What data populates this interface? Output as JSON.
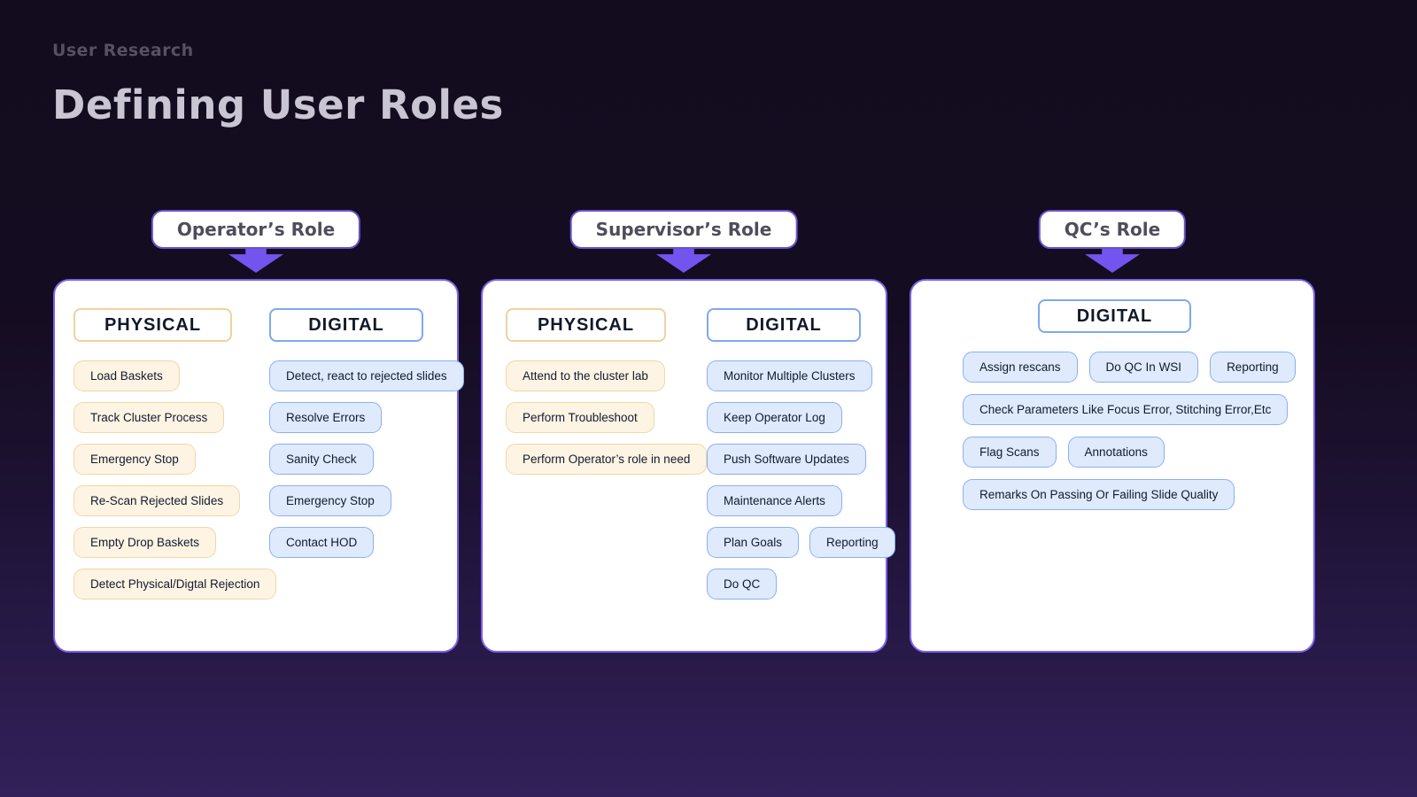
{
  "page": {
    "eyebrow": "User Research",
    "title": "Defining User Roles"
  },
  "colors": {
    "background_top": "#130b1e",
    "background_bottom": "#32205a",
    "accent_purple_arrow": "#7454ee",
    "card_border_purple": "#7b60ef",
    "physical_border": "#f0d8a6",
    "physical_fill": "#fdf4e3",
    "digital_border": "#8ab0f2",
    "digital_fill": "#dfeafd"
  },
  "roles": [
    {
      "title": "Operator’s Role",
      "columns": [
        {
          "header": "PHYSICAL",
          "chips": [
            "Load Baskets",
            "Track Cluster Process",
            "Emergency Stop",
            "Re-Scan Rejected Slides",
            "Empty Drop Baskets",
            "Detect Physical/Digtal Rejection"
          ]
        },
        {
          "header": "DIGITAL",
          "chips": [
            "Detect, react to rejected slides",
            "Resolve Errors",
            "Sanity Check",
            "Emergency Stop",
            "Contact HOD"
          ]
        }
      ]
    },
    {
      "title": "Supervisor’s Role",
      "columns": [
        {
          "header": "PHYSICAL",
          "chips": [
            "Attend to the cluster lab",
            "Perform Troubleshoot",
            "Perform Operator’s role in need"
          ]
        },
        {
          "header": "DIGITAL",
          "chips": [
            "Monitor Multiple Clusters",
            "Keep Operator Log",
            "Push Software Updates",
            "Maintenance Alerts",
            "Plan Goals",
            "Reporting",
            "Do QC"
          ]
        }
      ]
    },
    {
      "title": "QC’s Role",
      "columns": [
        {
          "header": "DIGITAL",
          "chips": [
            "Assign rescans",
            "Do QC In WSI",
            "Reporting",
            "Check Parameters Like Focus Error, Stitching Error,Etc",
            "Flag Scans",
            "Annotations",
            "Remarks On Passing Or Failing Slide Quality"
          ]
        }
      ]
    }
  ]
}
